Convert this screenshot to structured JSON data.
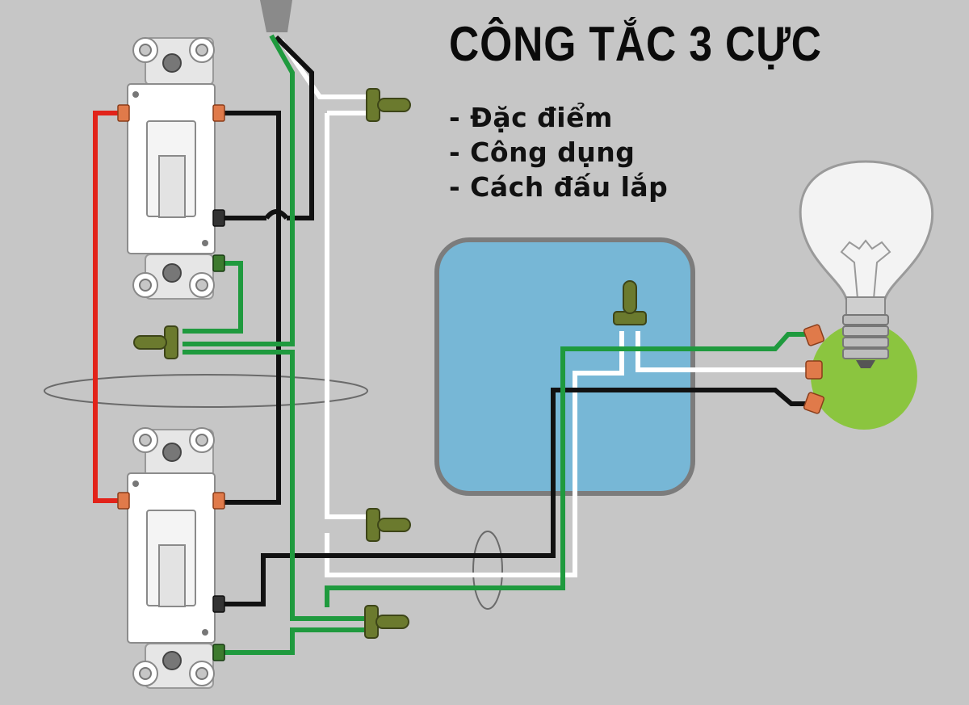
{
  "title": "CÔNG TẮC 3 CỰC",
  "bullets": [
    "- Đặc điểm",
    "- Công dụng",
    "- Cách đấu lắp"
  ],
  "colors": {
    "background": "#c6c6c6",
    "hot_wire": "#111111",
    "neutral_wire": "#ffffff",
    "ground_wire": "#1f9a3e",
    "traveler_wire": "#e2231a",
    "junction_box": "#77b7d6",
    "lamp_socket": "#8bc53f",
    "wire_nut": "#6b7a2e",
    "screw_terminal": "#e07a4a"
  }
}
